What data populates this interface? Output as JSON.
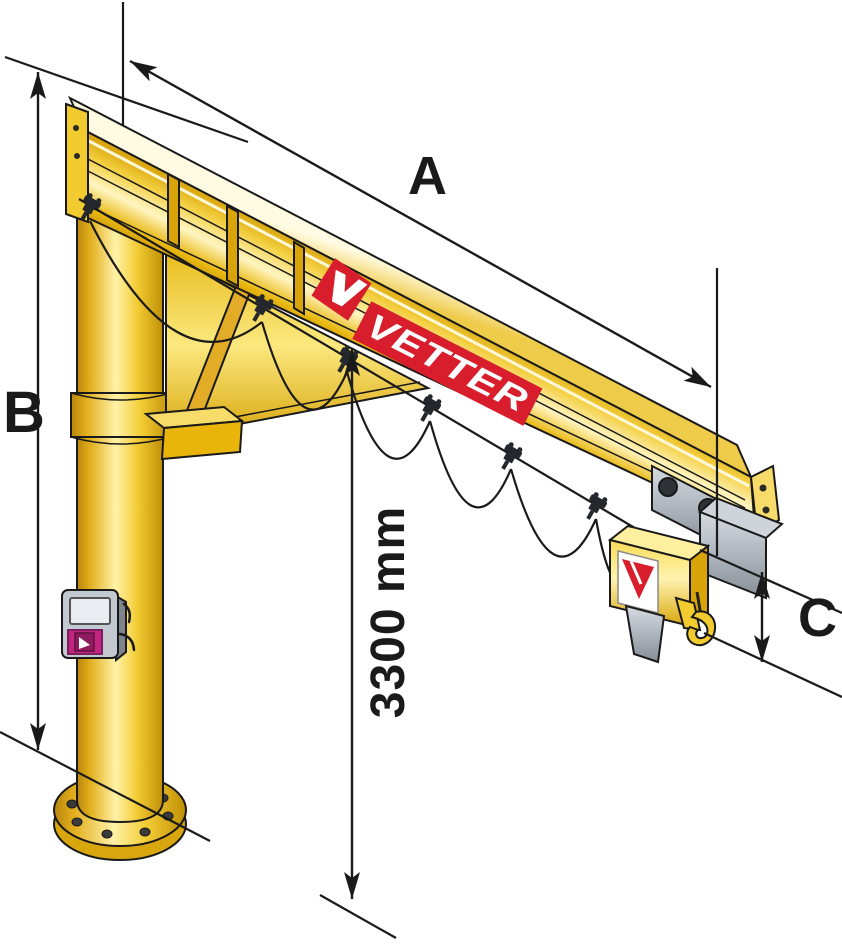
{
  "diagram": {
    "brand": "VETTER",
    "dim_a_label": "A",
    "dim_b_label": "B",
    "dim_c_label": "C",
    "height_label": "3300 mm",
    "colors": {
      "crane_yellow": "#F2CB2E",
      "logo_red": "#D81E2C",
      "switch_pink": "#C2247F",
      "steel_gray": "#9AA0A6",
      "outline": "#1A1A1A",
      "background": "#FFFFFF"
    },
    "parts": [
      "pillar-column",
      "base-flange",
      "slewing-collar",
      "jib-arm",
      "tie-brace",
      "festoon-cable",
      "cable-trolleys",
      "hoist-trolley",
      "chain-hoist",
      "chain-bag",
      "load-hook",
      "control-switch"
    ]
  }
}
